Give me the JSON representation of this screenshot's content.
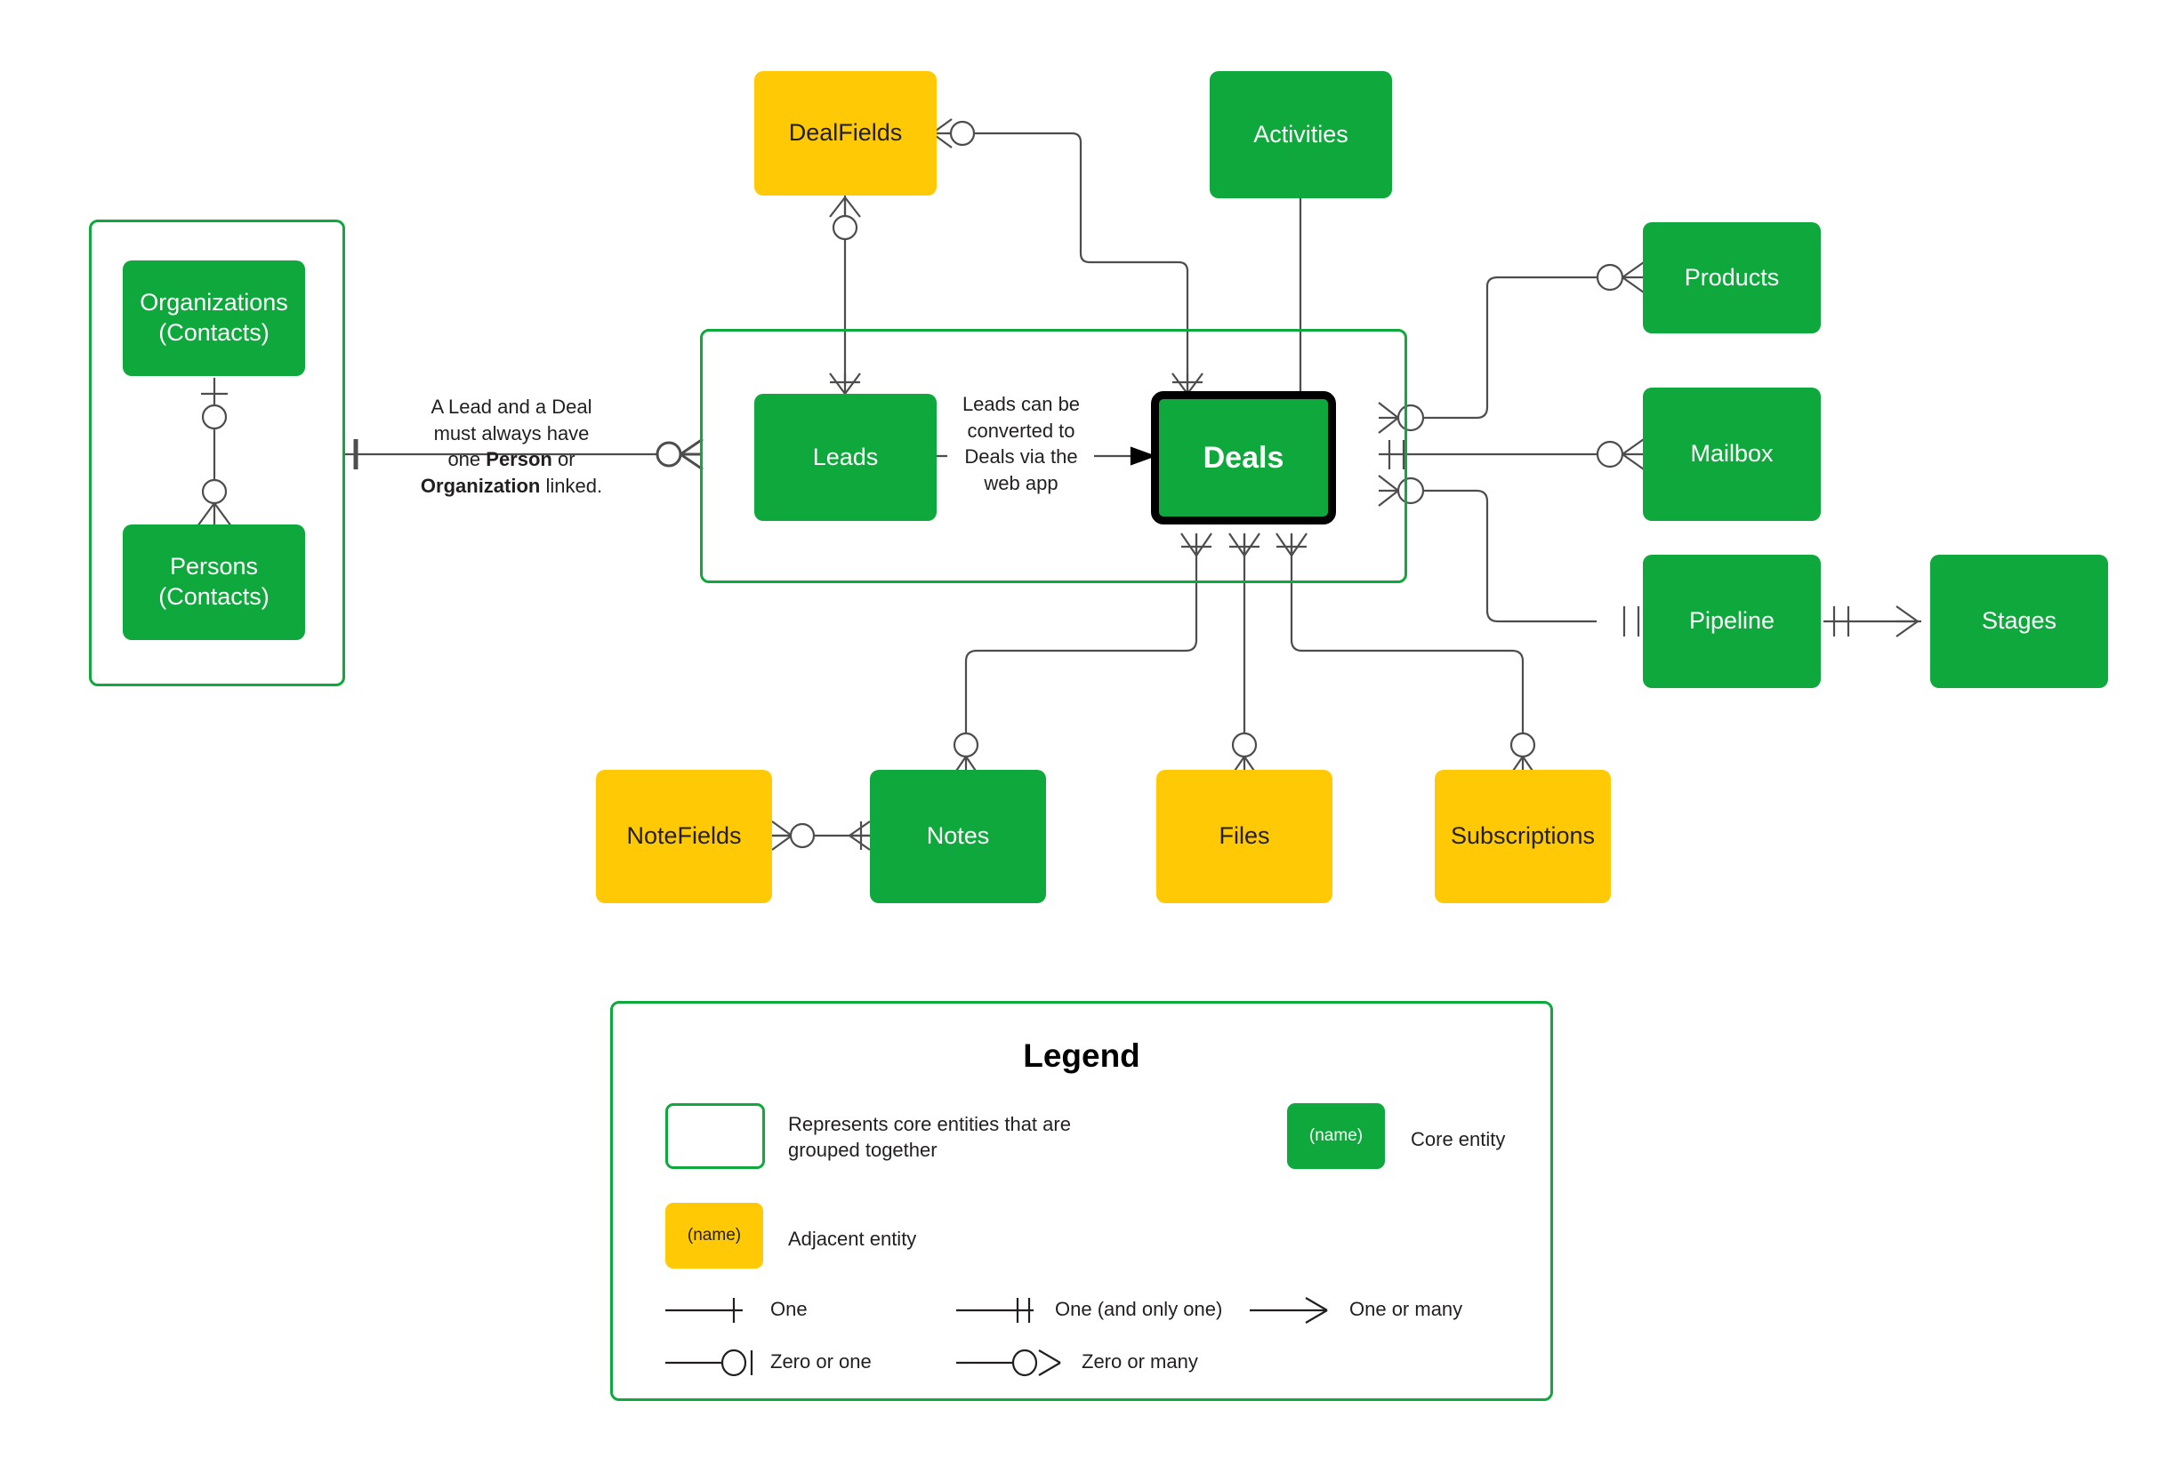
{
  "diagram": {
    "title": "Pipedrive CRM entity relationship diagram",
    "colors": {
      "core_entity": "#0FA83C",
      "adjacent_entity": "#FFC905",
      "group_border": "#0FA83C",
      "connector": "#4d4d4d",
      "emphasis_border": "#000000",
      "text_dark": "#231f20",
      "text_light": "#ffffff"
    }
  },
  "entities": {
    "organizations": {
      "label": "Organizations\n(Contacts)",
      "line1": "Organizations",
      "line2": "(Contacts)",
      "kind": "core"
    },
    "persons": {
      "label": "Persons\n(Contacts)",
      "line1": "Persons",
      "line2": "(Contacts)",
      "kind": "core"
    },
    "dealfields": {
      "label": "DealFields",
      "kind": "adjacent"
    },
    "activities": {
      "label": "Activities",
      "kind": "core"
    },
    "leads": {
      "label": "Leads",
      "kind": "core"
    },
    "deals": {
      "label": "Deals",
      "kind": "core-emphasis"
    },
    "products": {
      "label": "Products",
      "kind": "core"
    },
    "mailbox": {
      "label": "Mailbox",
      "kind": "core"
    },
    "pipeline": {
      "label": "Pipeline",
      "kind": "core"
    },
    "stages": {
      "label": "Stages",
      "kind": "core"
    },
    "notefields": {
      "label": "NoteFields",
      "kind": "adjacent"
    },
    "notes": {
      "label": "Notes",
      "kind": "core"
    },
    "files": {
      "label": "Files",
      "kind": "adjacent"
    },
    "subscriptions": {
      "label": "Subscriptions",
      "kind": "adjacent"
    }
  },
  "annotations": {
    "contacts_rule": {
      "line1": "A Lead and a Deal",
      "line2": "must always have",
      "line3_a": "one ",
      "line3_b": "Person",
      "line3_c": " or",
      "line4_a": "Organization",
      "line4_b": " linked."
    },
    "lead_conversion": {
      "line1": "Leads can be",
      "line2": "converted to",
      "line3": "Deals via the",
      "line4": "web app"
    }
  },
  "legend": {
    "title": "Legend",
    "swatch_placeholder": "(name)",
    "items": [
      {
        "name": "group-box",
        "text_line1": "Represents core entities that are",
        "text_line2": "grouped together"
      },
      {
        "name": "core-entity",
        "text": "Core entity"
      },
      {
        "name": "adjacent-entity",
        "text": "Adjacent entity"
      }
    ],
    "cardinality": [
      {
        "key": "one",
        "label": "One"
      },
      {
        "key": "one-and-only-one",
        "label": "One (and only one)"
      },
      {
        "key": "one-or-many",
        "label": "One or many"
      },
      {
        "key": "zero-or-one",
        "label": "Zero or one"
      },
      {
        "key": "zero-or-many",
        "label": "Zero or many"
      }
    ]
  }
}
